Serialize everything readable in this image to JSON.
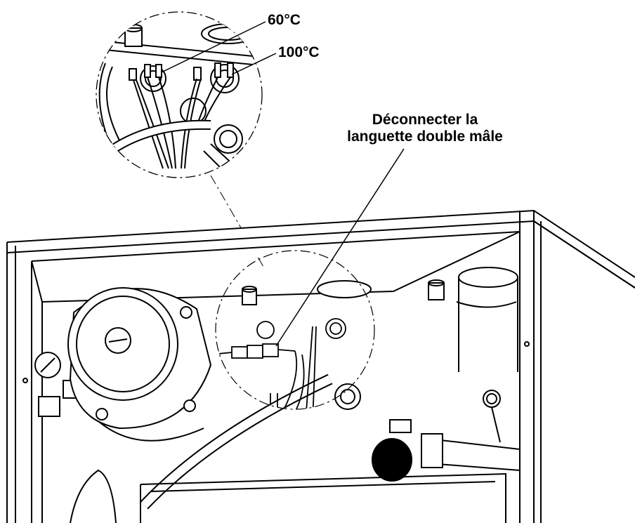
{
  "labels": {
    "temp_low": "60°C",
    "temp_high": "100°C",
    "disconnect_line1": "Déconnecter la",
    "disconnect_line2": "languette double mâle"
  }
}
